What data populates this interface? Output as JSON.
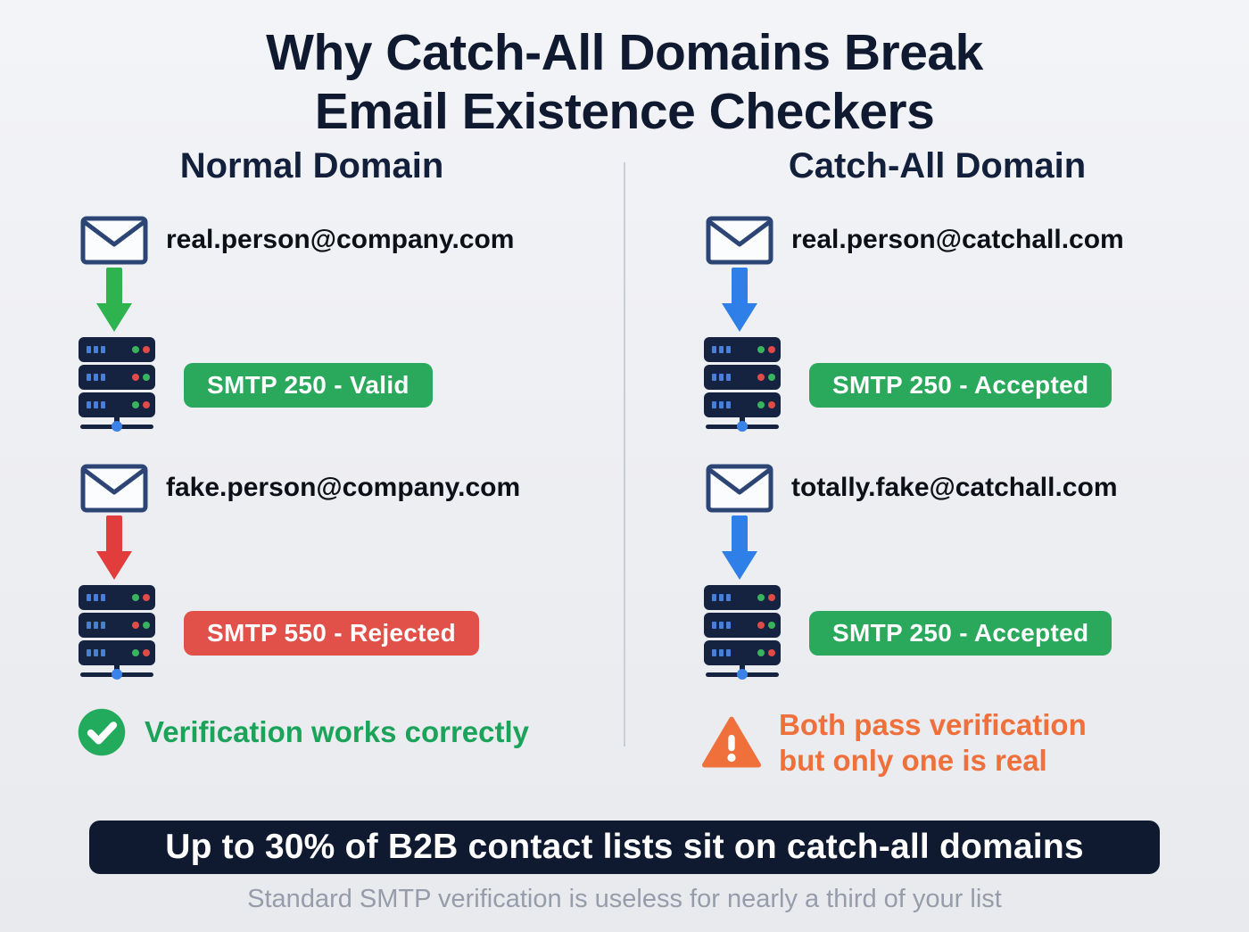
{
  "title": {
    "line1": "Why Catch-All Domains Break",
    "line2": "Email Existence Checkers"
  },
  "icons": {
    "email": "envelope-icon",
    "server": "server-rack-icon",
    "flow": "down-arrow-icon",
    "success": "check-circle-icon",
    "warning": "warning-triangle-icon"
  },
  "columns": {
    "left": {
      "header": "Normal Domain",
      "rows": [
        {
          "email": "real.person@company.com",
          "arrow_color": "#2eb34f",
          "badge": {
            "label": "SMTP 250 - Valid",
            "color": "#2aa85c"
          }
        },
        {
          "email": "fake.person@company.com",
          "arrow_color": "#e23d3d",
          "badge": {
            "label": "SMTP 550 - Rejected",
            "color": "#e2504a"
          }
        }
      ],
      "result": {
        "icon": "check-circle-icon",
        "line1": "Verification works correctly",
        "color": "#1ba35a"
      }
    },
    "right": {
      "header": "Catch-All Domain",
      "rows": [
        {
          "email": "real.person@catchall.com",
          "arrow_color": "#2f7fe8",
          "badge": {
            "label": "SMTP 250 - Accepted",
            "color": "#2aa85c"
          }
        },
        {
          "email": "totally.fake@catchall.com",
          "arrow_color": "#2f7fe8",
          "badge": {
            "label": "SMTP 250 - Accepted",
            "color": "#2aa85c"
          }
        }
      ],
      "result": {
        "icon": "warning-triangle-icon",
        "line1": "Both pass verification",
        "line2": "but only one is real",
        "color": "#f0703c"
      }
    }
  },
  "banner": {
    "text": "Up to 30% of B2B contact lists sit on catch-all domains",
    "bg": "#0f1930",
    "fg": "#ffffff"
  },
  "footer": {
    "text": "Standard SMTP verification is useless for nearly a third of your list"
  }
}
